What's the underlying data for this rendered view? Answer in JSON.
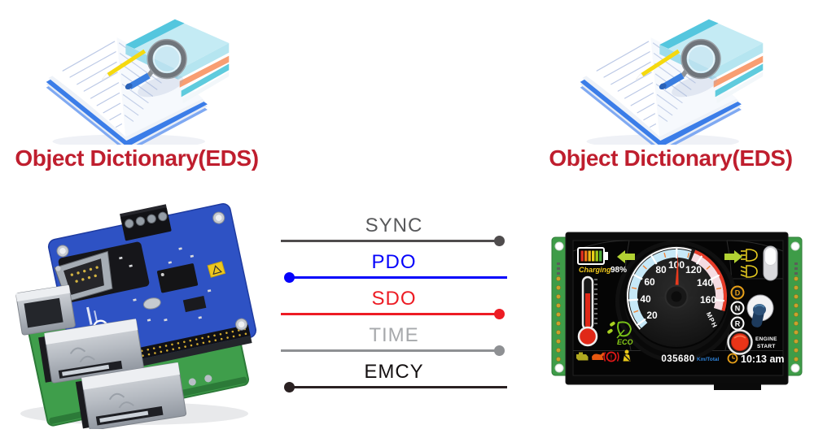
{
  "dictionaries": {
    "left_label": "Object Dictionary(EDS)",
    "right_label": "Object Dictionary(EDS)",
    "label_color": "#bf1e2e"
  },
  "protocols": [
    {
      "label": "SYNC",
      "text_color": "#58595b",
      "line_color": "#4f4c4d",
      "dot_side": "right"
    },
    {
      "label": "PDO",
      "text_color": "#0502fb",
      "line_color": "#0502fb",
      "dot_side": "left"
    },
    {
      "label": "SDO",
      "text_color": "#ed1c24",
      "line_color": "#ed1c24",
      "dot_side": "right"
    },
    {
      "label": "TIME",
      "text_color": "#a7a9ac",
      "line_color": "#8e9093",
      "dot_side": "right"
    },
    {
      "label": "EMCY",
      "text_color": "#141011",
      "line_color": "#2a2122",
      "dot_side": "left"
    }
  ],
  "dashboard": {
    "charging_label": "Charging",
    "charging_percent": "98%",
    "eco_label": "ECO",
    "speed_ticks": [
      "20",
      "40",
      "60",
      "80",
      "100",
      "120",
      "140",
      "160"
    ],
    "speed_unit": "MPH",
    "gears": [
      "D",
      "N",
      "R"
    ],
    "engine_button_line1": "ENGINE",
    "engine_button_line2": "START",
    "odometer": "035680",
    "odometer_unit": "Km/Total",
    "clock_time": "10:13 am",
    "warning_icons": [
      "check-engine",
      "oil-pressure",
      "brake-warning",
      "seatbelt-reminder"
    ],
    "indicator_icons": [
      "battery-charging",
      "left-turn-signal",
      "right-turn-signal",
      "high-beam",
      "low-beam",
      "coolant-temperature",
      "eco-mode",
      "clock"
    ]
  }
}
